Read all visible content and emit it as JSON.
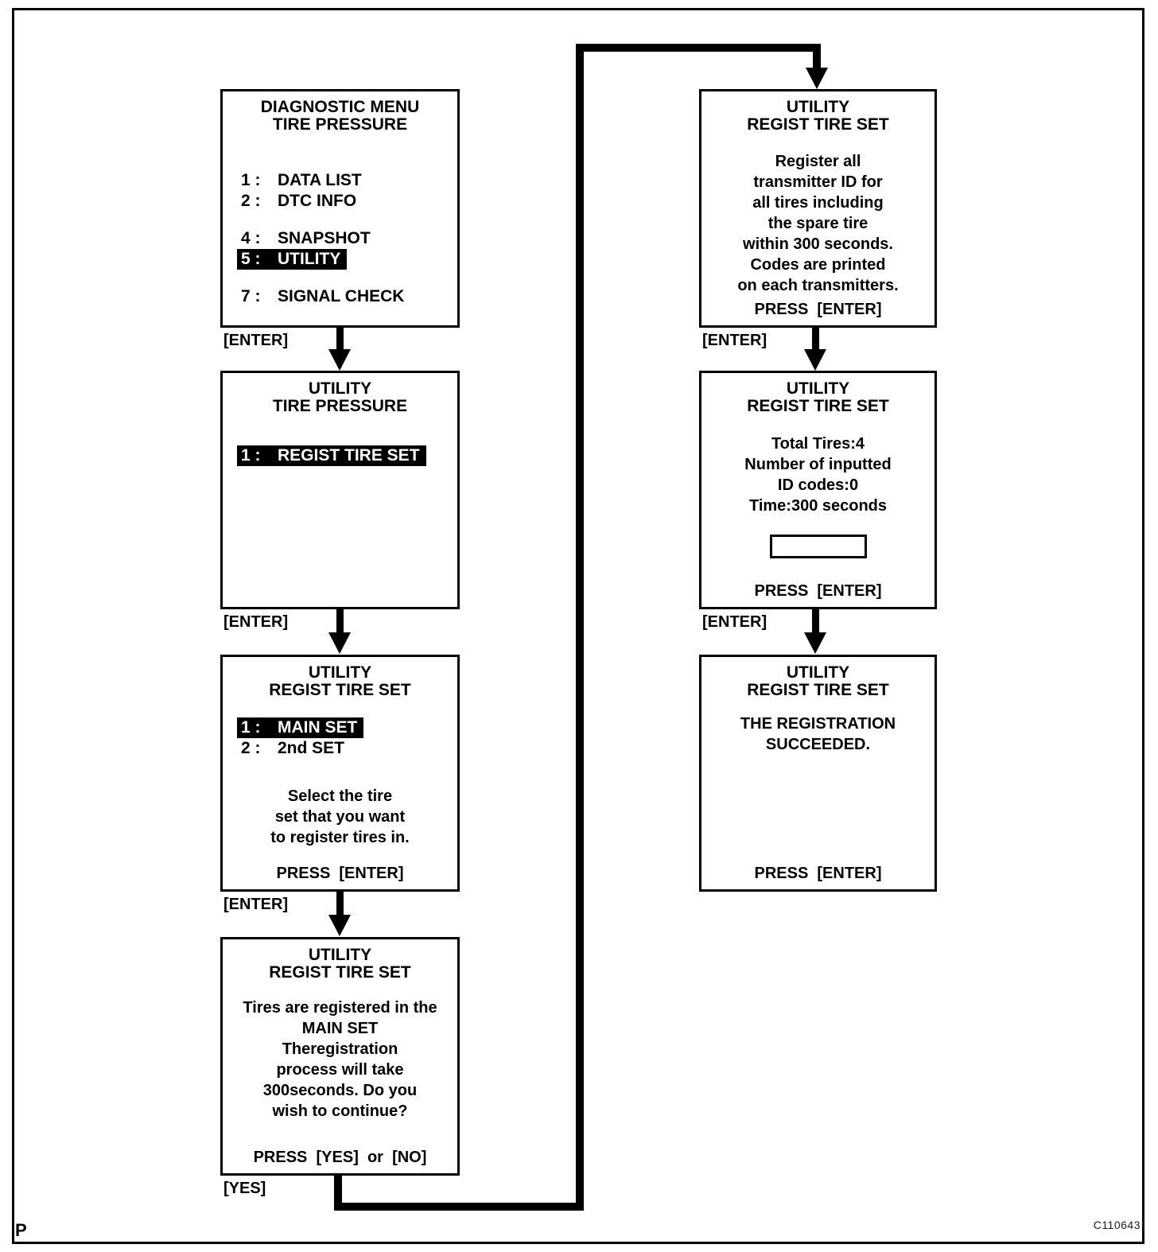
{
  "figure": {
    "corner_label": "P",
    "figure_code": "C110643"
  },
  "step_labels": {
    "enter": "[ENTER]",
    "yes": "[YES]"
  },
  "colors": {
    "foreground": "#000000",
    "background": "#ffffff",
    "highlight_bg": "#000000",
    "highlight_text": "#ffffff"
  },
  "screens": [
    {
      "name": "diagnostic-menu",
      "title": [
        "DIAGNOSTIC MENU",
        "TIRE PRESSURE"
      ],
      "items": [
        {
          "num": "1 :",
          "label": "DATA LIST",
          "highlighted": false
        },
        {
          "num": "2 :",
          "label": "DTC INFO",
          "highlighted": false
        },
        {
          "num": "4 :",
          "label": "SNAPSHOT",
          "highlighted": false
        },
        {
          "num": "5 :",
          "label": "UTILITY",
          "highlighted": true
        },
        {
          "num": "7 :",
          "label": "SIGNAL CHECK",
          "highlighted": false
        }
      ]
    },
    {
      "name": "utility-tire-pressure",
      "title": [
        "UTILITY",
        "TIRE PRESSURE"
      ],
      "items": [
        {
          "num": "1 :",
          "label": "REGIST TIRE SET",
          "highlighted": true
        }
      ]
    },
    {
      "name": "regist-tire-set-select",
      "title": [
        "UTILITY",
        "REGIST TIRE SET"
      ],
      "items": [
        {
          "num": "1 :",
          "label": "MAIN SET",
          "highlighted": true
        },
        {
          "num": "2 :",
          "label": "2nd SET",
          "highlighted": false
        }
      ],
      "body": [
        "Select the tire",
        "set that you want",
        "to register tires in."
      ],
      "press": "PRESS  [ENTER]"
    },
    {
      "name": "regist-tire-set-confirm",
      "title": [
        "UTILITY",
        "REGIST TIRE SET"
      ],
      "body": [
        "Tires are registered in the",
        "MAIN SET",
        "Theregistration",
        "process will take",
        "300seconds. Do you",
        "wish to continue?"
      ],
      "press": "PRESS  [YES]  or  [NO]"
    },
    {
      "name": "regist-tire-set-instruction",
      "title": [
        "UTILITY",
        "REGIST TIRE SET"
      ],
      "body": [
        "Register all",
        "transmitter ID for",
        "all tires including",
        "the spare tire",
        "within 300 seconds.",
        "Codes are printed",
        "on each transmitters."
      ],
      "press": "PRESS  [ENTER]"
    },
    {
      "name": "regist-tire-set-progress",
      "title": [
        "UTILITY",
        "REGIST TIRE SET"
      ],
      "body": [
        "Total Tires:4",
        "Number of inputted",
        "ID codes:0",
        "Time:300 seconds"
      ],
      "input_value": "",
      "press": "PRESS  [ENTER]"
    },
    {
      "name": "regist-tire-set-succeeded",
      "title": [
        "UTILITY",
        "REGIST TIRE SET"
      ],
      "body": [
        "THE REGISTRATION",
        "SUCCEEDED."
      ],
      "press": "PRESS  [ENTER]"
    }
  ]
}
